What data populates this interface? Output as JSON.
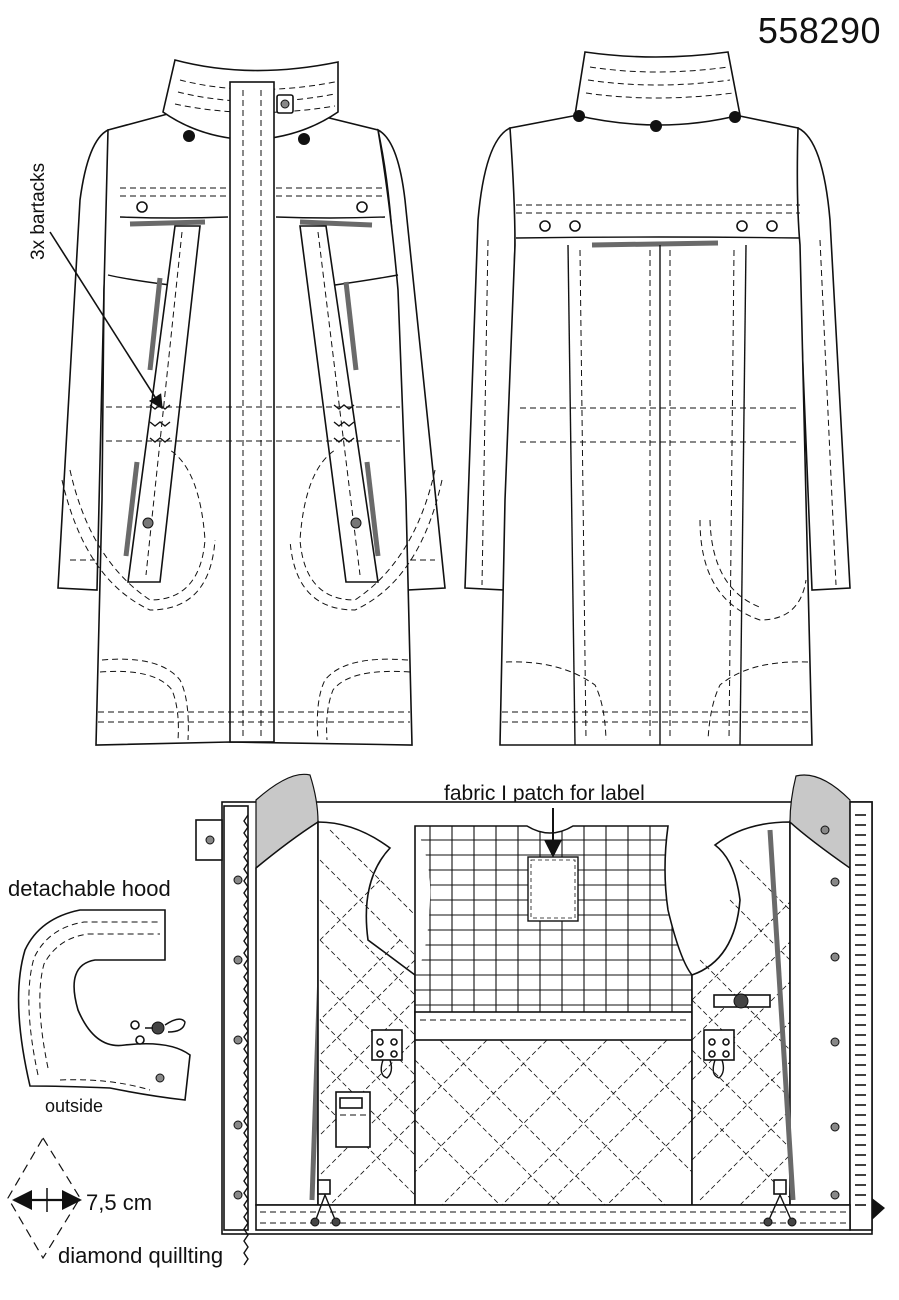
{
  "header": {
    "style_number": "558290"
  },
  "annotations": {
    "bartacks": "3x bartacks",
    "patch_label": "fabric I patch for label",
    "hood_title": "detachable hood",
    "hood_side": "outside",
    "measurement": "7,5 cm",
    "quilting": "diamond quillting"
  },
  "colors": {
    "line": "#111111",
    "shade": "#c8c8c8",
    "tape": "#6a6a6a",
    "paper": "#ffffff"
  },
  "views": [
    "front-view",
    "back-view",
    "inside-view",
    "hood-detail",
    "quilt-legend"
  ]
}
